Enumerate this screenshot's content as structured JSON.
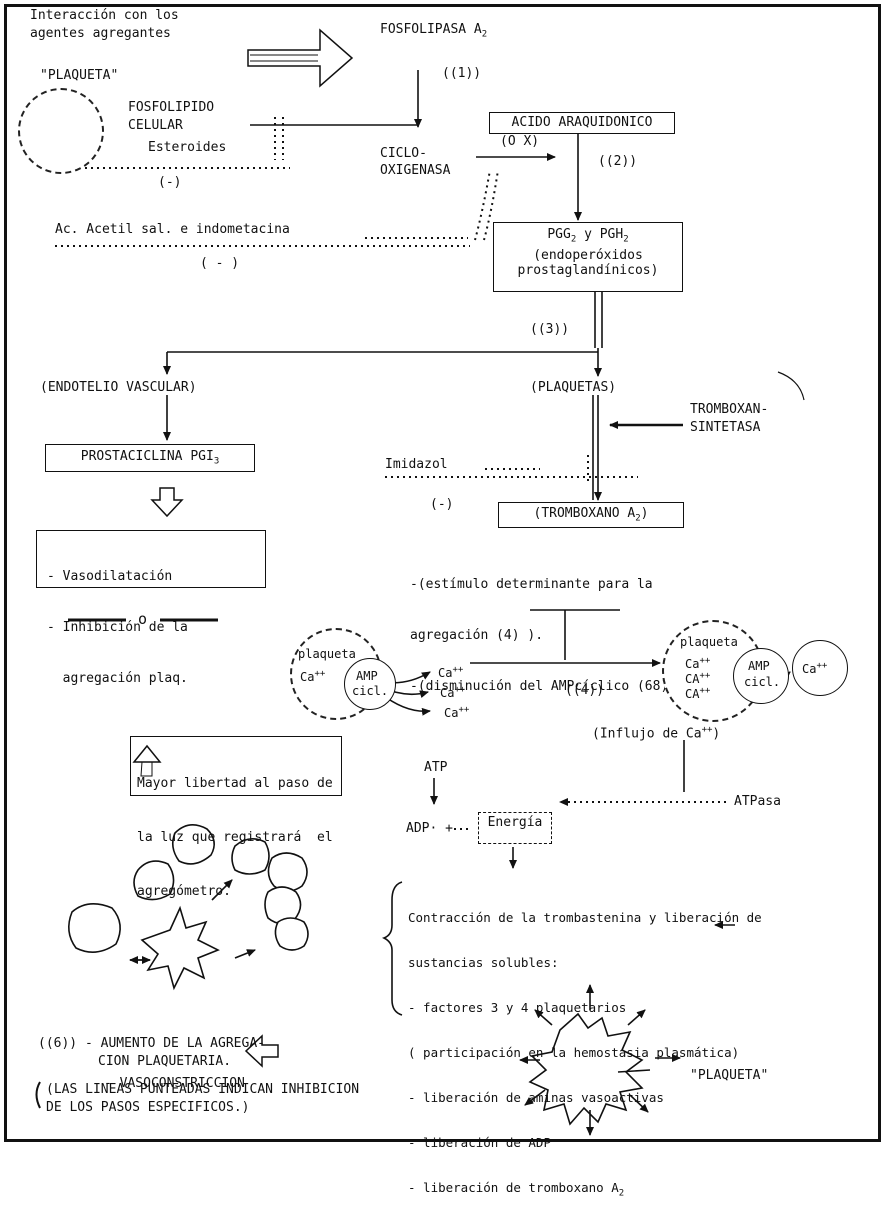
{
  "top_left": {
    "interaction_line1": "Interacción con los",
    "interaction_line2": "agentes agregantes",
    "plaqueta_label": "\"PLAQUETA\"",
    "fosfolipido_line1": "FOSFOLIPIDO",
    "fosfolipido_line2": "CELULAR",
    "esteroides": "Esteroides",
    "minus1": "(-)"
  },
  "top_center": {
    "fosfolipasa": "FOSFOLIPASA A",
    "fosfolipasa_sub": "2",
    "step1": "((1))",
    "ciclo_line1": "CICLO-",
    "ciclo_line2": "OXIGENASA"
  },
  "acido": {
    "label": "ACIDO ARAQUIDONICO",
    "ox": "(O X)",
    "step2": "((2))"
  },
  "aspirin": {
    "label": "Ac. Acetil sal. e indometacina",
    "minus": "( - )"
  },
  "pgg": {
    "line1_a": "PGG",
    "line1_sub1": "2",
    "line1_b": " y PGH",
    "line1_sub2": "2",
    "line2": "(endoperóxidos",
    "line3": "prostaglandínicos)",
    "step3": "((3))"
  },
  "left_branch": {
    "endotelio": "(ENDOTELIO VASCULAR)",
    "prostaciclina": "PROSTACICLINA PGI",
    "prostaciclina_sub": "3",
    "effects": [
      "- Vasodilatación",
      "- Inhibición de la",
      "  agregación plaq."
    ],
    "separator_o": "o",
    "bullet": "'"
  },
  "right_branch": {
    "plaquetas": "(PLAQUETAS)",
    "tromboxan_line1": "TROMBOXAN-",
    "tromboxan_line2": "SINTETASA",
    "imidazol": "Imidazol",
    "minus": "(-)",
    "tromboxano": "(TROMBOXANO A",
    "tromboxano_sub": "2",
    "tromboxano_close": ")",
    "notes": [
      "-(estímulo determinante para la",
      "  agregación (4) ).",
      "-(disminución del AMPcíclico (68))."
    ]
  },
  "calcium": {
    "plaqueta": "plaqueta",
    "ca": "Ca",
    "ca_sup": "++",
    "ca_caps": "CA",
    "amp_line1": "AMP",
    "amp_line2": "cicl.",
    "step4": "((4))",
    "influjo": "(Influjo de Ca",
    "influjo_close": ")"
  },
  "energy": {
    "atp": "ATP",
    "adp": "ADP·  +",
    "energia": "Energía",
    "atpasa": "ATPasa"
  },
  "light_box": [
    "Mayor libertad al paso de",
    "la luz que registrará  el",
    "agregómetro."
  ],
  "contraction": {
    "lines": [
      "Contracción de la trombastenina y liberación de",
      "sustancias solubles:",
      "- factores 3 y 4 plaquetarios",
      "  ( participación en la hemostasia plasmática)",
      "- liberación de aminas vasoactivas",
      "- liberación de ADP",
      "- liberación de tromboxano A"
    ],
    "last_sub": "2",
    "plaqueta_label": "\"PLAQUETA\""
  },
  "aggregation": {
    "line1": "((6)) - AUMENTO DE LA AGREGA-",
    "line2": "CION PLAQUETARIA.",
    "line3": "-   VASOCONSTRICCION"
  },
  "footer": {
    "line1": "(LAS LINEAS PUNTEADAS INDICAN INHIBICION",
    "line2": "DE LOS PASOS ESPECIFICOS.)"
  }
}
